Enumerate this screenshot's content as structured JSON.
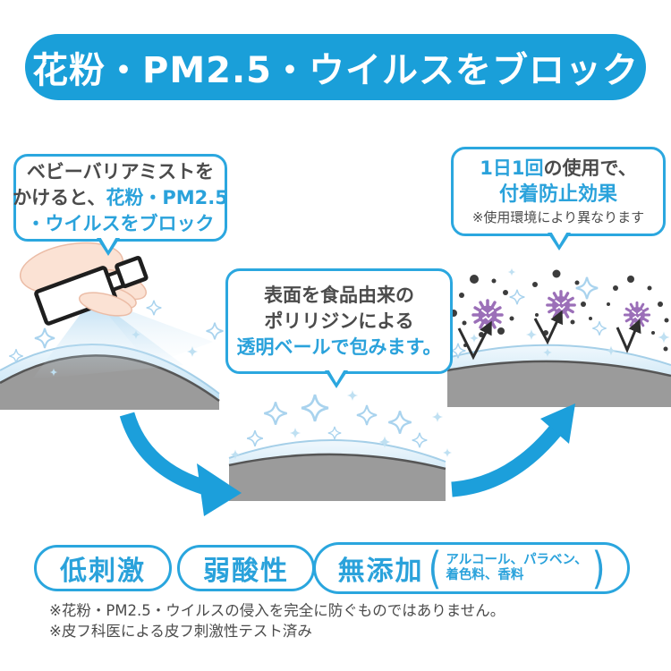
{
  "banner": {
    "title": "花粉・PM2.5・ウイルスをブロック"
  },
  "bubbles": {
    "left": {
      "line1": "ベビーバリアミストを",
      "line2_dark": "かけると、",
      "line2_blue": "花粉・PM2.5",
      "line3_blue": "・ウイルスをブロック"
    },
    "center": {
      "line1": "表面を食品由来の",
      "line2": "ポリリジンによる",
      "line3_blue": "透明ベールで包みます。"
    },
    "right": {
      "line1_blue": "1日1回",
      "line1_dark": "の使用で、",
      "line2_blue": "付着防止効果",
      "note": "※使用環境により異なります"
    }
  },
  "badges": {
    "low_irritation": "低刺激",
    "weak_acidity": "弱酸性",
    "additive_free": "無添加",
    "paren_open": "(",
    "paren_close": ")",
    "additive_paren_line1": "アルコール、パラベン、",
    "additive_paren_line2": "着色料、香料"
  },
  "footnotes": {
    "line1": "※花粉・PM2.5・ウイルスの侵入を完全に防ぐものではありません。",
    "line2": "※皮フ科医による皮フ刺激性テスト済み"
  },
  "colors": {
    "banner_blue": "#1A9FD9",
    "bubble_border_blue": "#2BA7DF",
    "text_blue": "#2AA2DB",
    "text_dark": "#4B4B4B",
    "mound_gray": "#9B9B9B",
    "mound_edge": "#565656",
    "veil_light_blue": "#C8E4F4",
    "virus_purple": "#9B6FB8",
    "particle_dark": "#3C3C3C",
    "hand_skin": "#FBE2D4",
    "arrow_blue": "#1C9FDB"
  },
  "icons": {
    "hand_spray": "hand-spray-bottle-icon",
    "mist": "mist-cone",
    "sparkle": "sparkle-4point-icon",
    "virus": "virus-icon",
    "particle": "pm-particle-dot",
    "bounce_arrow": "bounce-v-arrow-icon",
    "flow_arrow": "curved-flow-arrow-icon"
  }
}
